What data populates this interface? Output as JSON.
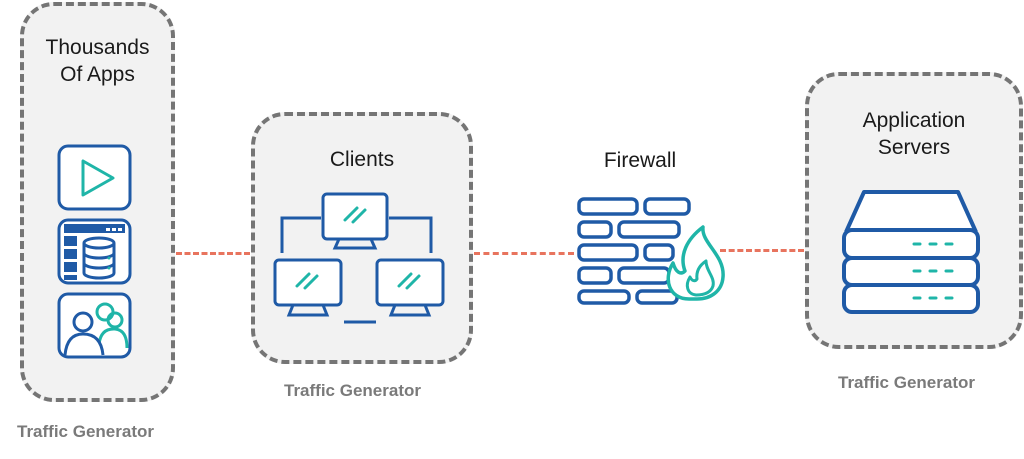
{
  "colors": {
    "box_border": "#757575",
    "box_fill": "#f2f2f2",
    "icon_blue": "#1f5aa6",
    "icon_teal": "#1fb5a8",
    "connector": "#e8745e",
    "caption": "#7a7a7a"
  },
  "apps": {
    "title_line1": "Thousands",
    "title_line2": "Of Apps",
    "icons": [
      "play-video-icon",
      "database-dashboard-icon",
      "users-icon"
    ],
    "caption": "Traffic Generator"
  },
  "clients": {
    "title": "Clients",
    "icon": "networked-computers-icon",
    "caption": "Traffic Generator"
  },
  "firewall": {
    "title": "Firewall",
    "icon": "brick-wall-flame-icon"
  },
  "servers": {
    "title_line1": "Application",
    "title_line2": "Servers",
    "icon": "server-rack-icon",
    "caption": "Traffic Generator"
  }
}
